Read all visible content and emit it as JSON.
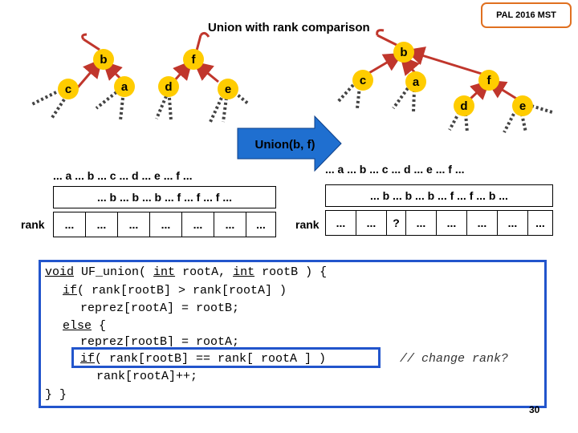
{
  "title": "Union with rank comparison",
  "badge": "PAL 2016 MST",
  "left_trees": {
    "nodes": [
      "b",
      "f",
      "c",
      "a",
      "d",
      "e"
    ]
  },
  "right_tree": {
    "nodes": [
      "b",
      "c",
      "a",
      "f",
      "d",
      "e"
    ]
  },
  "union_arrow_label": "Union(b, f)",
  "left_seq": "... a ... b ... c ... d ... e ... f ...",
  "right_seq": "... a ... b ... c ... d ... e ... f ...",
  "left_parent_cells": [
    "... b ... b ... b ... f ... f ... f ..."
  ],
  "right_parent_cells": [
    "... b ... b ... b ... f ... f ... b ..."
  ],
  "rank_label_left": "rank",
  "rank_label_right": "rank",
  "left_rank_cells": [
    "...",
    "...",
    "...",
    "...",
    "...",
    "...",
    "..."
  ],
  "right_rank_cells": [
    "...",
    "...",
    "?",
    "...",
    "...",
    "...",
    "...",
    "..."
  ],
  "colors": {
    "tree_red": "#c0362c",
    "node_fill": "#ffcc00",
    "arrow_fill": "#1f6fd0",
    "code_border": "#2255cc",
    "badge_border": "#e07020"
  },
  "code": {
    "line1_kw1": "void",
    "line1_a": " UF_union( ",
    "line1_kw2": "int",
    "line1_b": " rootA, ",
    "line1_kw3": "int",
    "line1_c": " rootB ) {",
    "line2_kw": "if",
    "line2_rest": "( rank[rootB] > rank[rootA] )",
    "line3": "reprez[rootA] = rootB;",
    "line4_kw": "else",
    "line4_rest": " {",
    "line5": "reprez[rootB] = rootA;",
    "line6_kw": "if",
    "line6_rest": "( rank[rootB] == rank[ rootA ] )",
    "line7": "rank[rootA]++;",
    "line8": "} }"
  },
  "comment": "// change rank?",
  "page_number": "30"
}
